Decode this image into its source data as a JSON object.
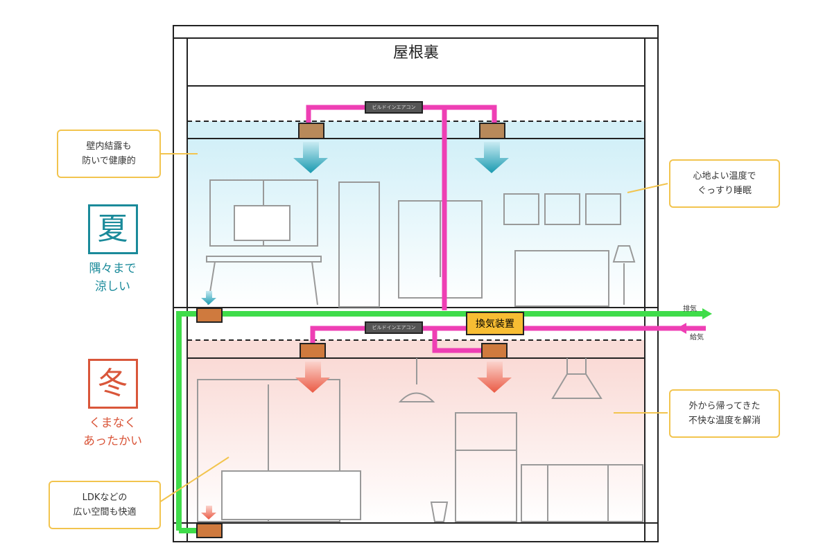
{
  "attic": "屋根裏",
  "aircon_label": "ビルドインエアコン",
  "ventilation_unit": "換気装置",
  "exhaust": "排気",
  "supply": "給気",
  "summer": {
    "kanji": "夏",
    "line1": "隅々まで",
    "line2": "涼しい",
    "color": "#1a8a9a"
  },
  "winter": {
    "kanji": "冬",
    "line1": "くまなく",
    "line2": "あったかい",
    "color": "#d9563a"
  },
  "callouts": [
    {
      "line1": "壁内結露も",
      "line2": "防いで健康的"
    },
    {
      "line1": "心地よい温度で",
      "line2": "ぐっすり睡眠"
    },
    {
      "line1": "外から帰ってきた",
      "line2": "不快な温度を解消"
    },
    {
      "line1": "LDKなどの",
      "line2": "広い空間も快適"
    }
  ],
  "colors": {
    "supply_duct": "#ee3fb4",
    "exhaust_duct": "#3fdc4a",
    "callout_border": "#f2c44e"
  }
}
